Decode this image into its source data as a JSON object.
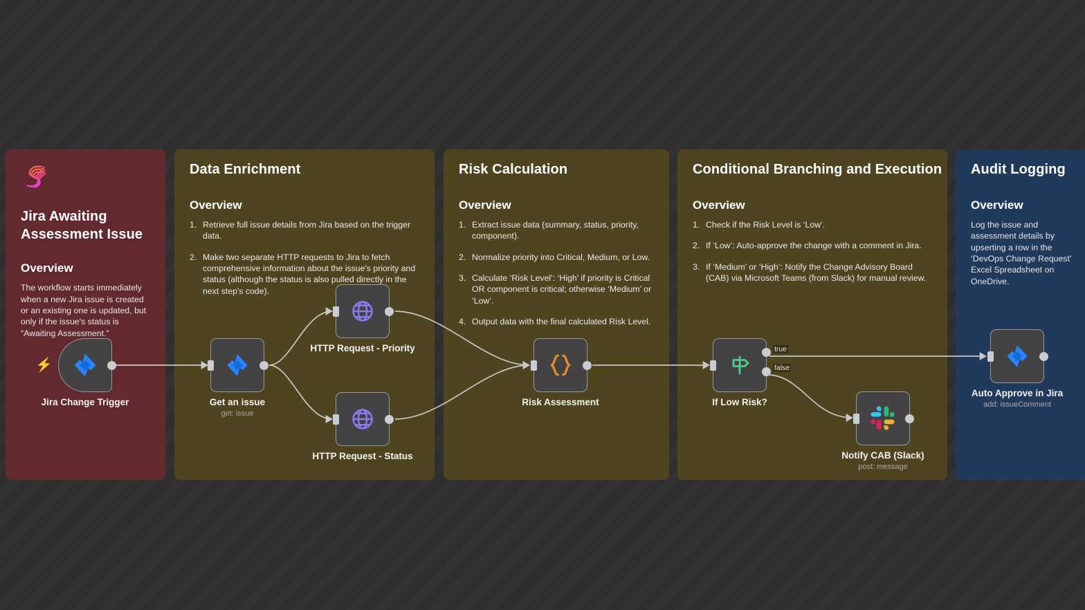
{
  "background": {
    "base_color": "#2c2c2c",
    "stripe_color": "#323232"
  },
  "panels": [
    {
      "id": "trigger",
      "name": "jira-awaiting-assessment-issue",
      "title": "Jira Awaiting Assessment Issue",
      "overview_label": "Overview",
      "color": "#622a2e",
      "body": "The workflow starts immediately when a new Jira issue is created or an existing one is updated, but only if the issue's status is “Awaiting Assessment.”",
      "logo": "n8n-s-logo"
    },
    {
      "id": "enrich",
      "name": "data-enrichment",
      "title": "Data Enrichment",
      "overview_label": "Overview",
      "color": "#4e4420",
      "steps": [
        "Retrieve full issue details from Jira based on the trigger data.",
        "Make two separate HTTP requests to Jira to fetch comprehensive information about the issue's priority and status (although the status is also pulled directly in the next step's code)."
      ]
    },
    {
      "id": "risk",
      "name": "risk-calculation",
      "title": "Risk Calculation",
      "overview_label": "Overview",
      "color": "#4e4420",
      "steps": [
        "Extract issue data (summary, status, priority, component).",
        "Normalize priority into Critical, Medium, or Low.",
        "Calculate ‘Risk Level’: ‘High’ if priority is Critical OR component is critical; otherwise ‘Medium’ or ‘Low’.",
        "Output data with the final calculated Risk Level."
      ]
    },
    {
      "id": "cond",
      "name": "conditional-branching-and-execution",
      "title": "Conditional Branching and Execution",
      "overview_label": "Overview",
      "color": "#4e4420",
      "steps": [
        "Check if the Risk Level is ‘Low’.",
        "If ‘Low’: Auto-approve the change with a comment in Jira.",
        "If ‘Medium’ or ‘High’: Notify the Change Advisory Board (CAB) via Microsoft Teams (from Slack) for manual review."
      ]
    },
    {
      "id": "audit",
      "name": "audit-logging",
      "title": "Audit Logging",
      "overview_label": "Overview",
      "color": "#213a5c",
      "body": "Log the issue and assessment details by upserting a row in the ‘DevOps Change Request’ Excel Spreadsheet on OneDrive."
    }
  ],
  "nodes": [
    {
      "id": "jira-change-trigger",
      "label": "Jira Change Trigger",
      "sublabel": "",
      "icon": "jira-icon",
      "shape": "trigger"
    },
    {
      "id": "get-an-issue",
      "label": "Get an issue",
      "sublabel": "get: issue",
      "icon": "jira-icon",
      "shape": "square"
    },
    {
      "id": "http-request-priority",
      "label": "HTTP Request - Priority",
      "sublabel": "",
      "icon": "globe-icon",
      "shape": "square"
    },
    {
      "id": "http-request-status",
      "label": "HTTP Request - Status",
      "sublabel": "",
      "icon": "globe-icon",
      "shape": "square"
    },
    {
      "id": "risk-assessment",
      "label": "Risk Assessment",
      "sublabel": "",
      "icon": "code-braces-icon",
      "shape": "square"
    },
    {
      "id": "if-low-risk",
      "label": "If Low Risk?",
      "sublabel": "",
      "icon": "signpost-icon",
      "shape": "square"
    },
    {
      "id": "notify-cab-slack",
      "label": "Notify CAB (Slack)",
      "sublabel": "post: message",
      "icon": "slack-icon",
      "shape": "square"
    },
    {
      "id": "auto-approve-in-jira",
      "label": "Auto Approve in Jira",
      "sublabel": "add: issueComment",
      "icon": "jira-icon",
      "shape": "square"
    }
  ],
  "branch_labels": {
    "true": "true",
    "false": "false"
  },
  "colors": {
    "node_fill": "#434343",
    "node_border": "#9a9a9a",
    "wire": "#c8c8c8",
    "jira_blue": "#2684ff",
    "globe_purple": "#8b7bf0",
    "code_orange": "#ef8b2c",
    "signpost_green": "#4ecb8f",
    "bolt_orange": "#ef5f43"
  }
}
